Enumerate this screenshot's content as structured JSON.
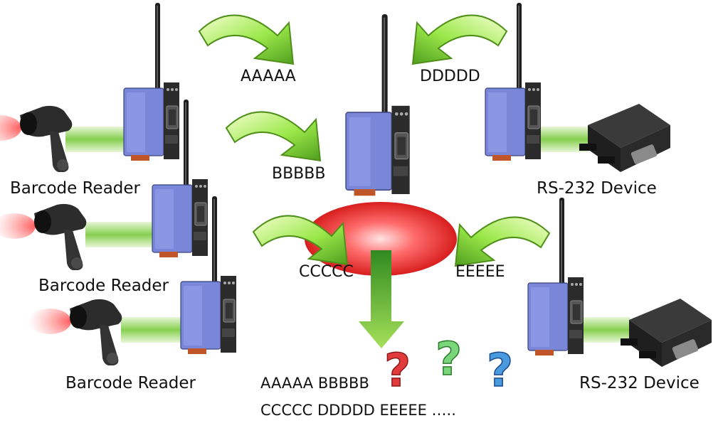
{
  "labels": {
    "barcode_reader": "Barcode Reader",
    "rs232_device": "RS-232 Device"
  },
  "data_codes": {
    "a": "AAAAA",
    "b": "BBBBB",
    "c": "CCCCC",
    "d": "DDDDD",
    "e": "EEEEE"
  },
  "output": {
    "line1": "AAAAA BBBBB",
    "line2": "CCCCC DDDDD EEEEE ….."
  },
  "question_marks": [
    "?",
    "?",
    "?"
  ],
  "colors": {
    "arrow_green": "#9be84a",
    "cable_green": "#7ac943",
    "module_blue": "#7a86d8",
    "collision_red": "#e02a2a",
    "q_red": "#e23b3b",
    "q_green": "#7ad67a",
    "q_blue": "#4a9ae0"
  }
}
